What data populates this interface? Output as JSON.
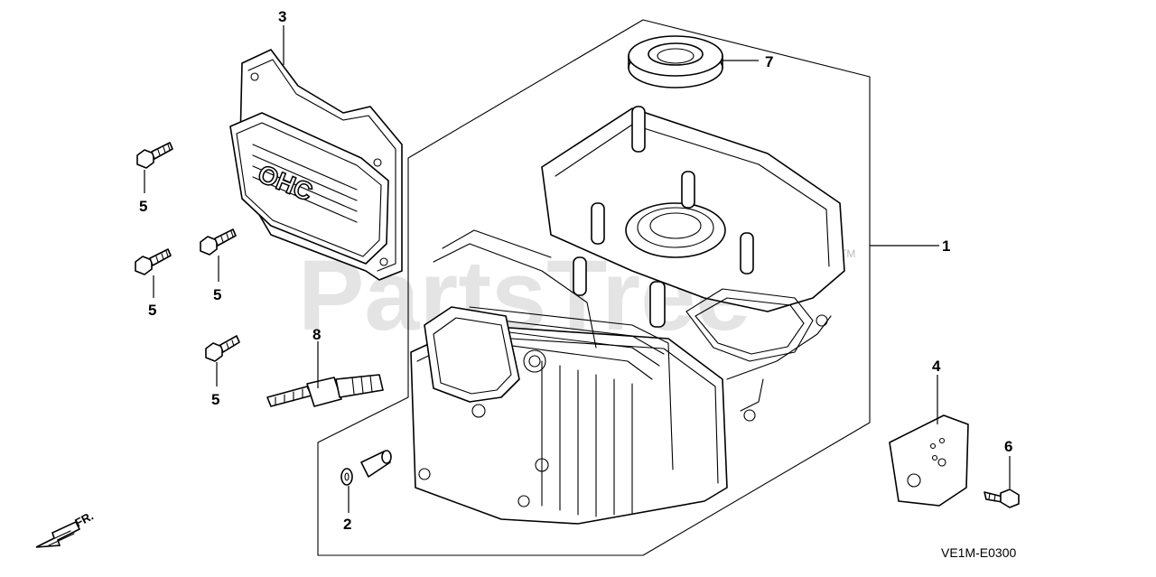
{
  "watermark": "PartsTree",
  "watermark_tm": "TM",
  "diagram_code": "VE1M-E0300",
  "direction_label": "FR.",
  "cover_lettering": "OHC",
  "callouts": {
    "c1": "1",
    "c2": "2",
    "c3": "3",
    "c4": "4",
    "c5a": "5",
    "c5b": "5",
    "c5c": "5",
    "c5d": "5",
    "c6": "6",
    "c7": "7",
    "c8": "8"
  }
}
